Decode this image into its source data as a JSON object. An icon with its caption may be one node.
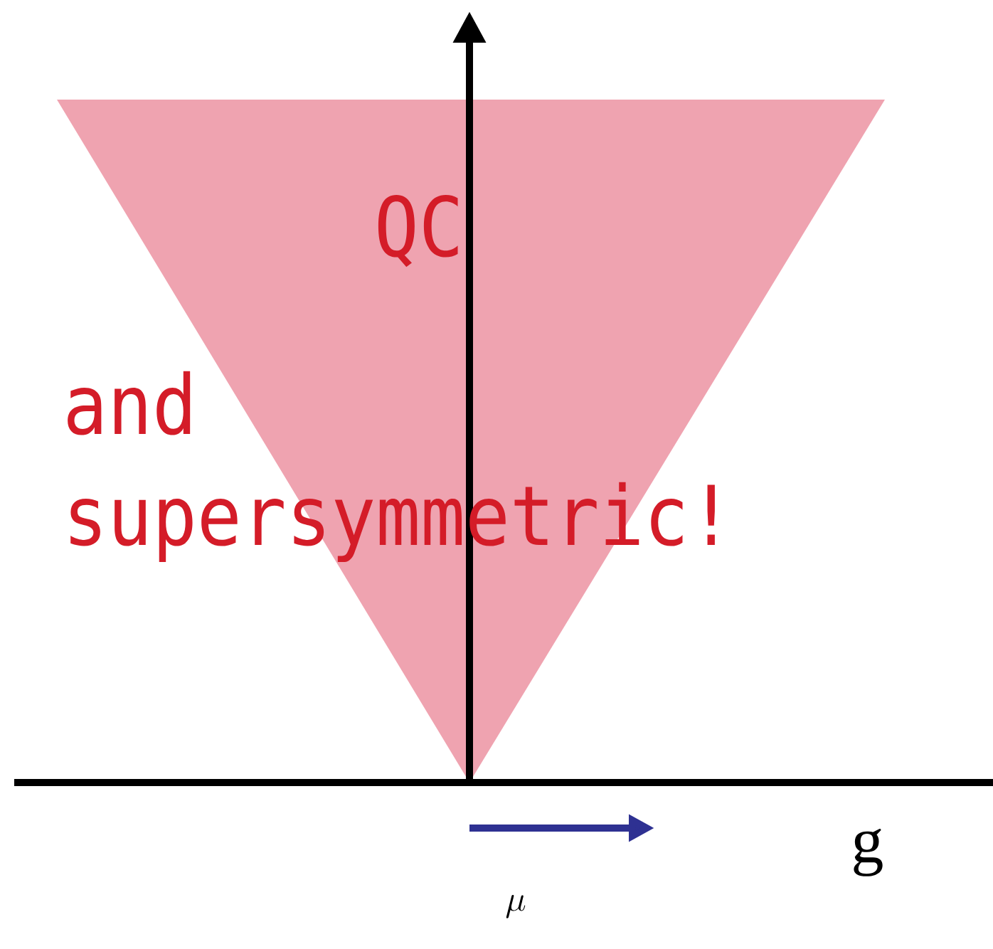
{
  "diagram": {
    "labels": [
      "QC",
      "and supersymmetric!",
      "g",
      "\\mu"
    ]
  }
}
